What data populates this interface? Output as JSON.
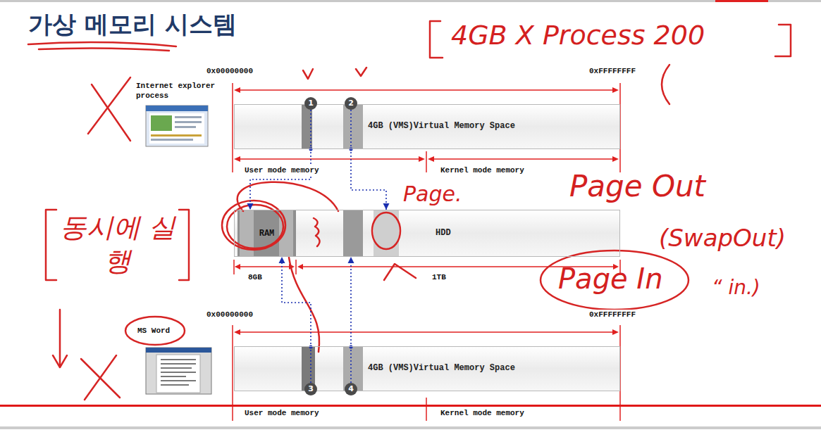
{
  "diagram": {
    "title": "가상 메모리 시스템",
    "nodes": [
      {
        "text": [
          "4GB (VMS)Virtual Memory Space"
        ]
      },
      {
        "text": [
          "1"
        ],
        "in": 0
      },
      {
        "text": [
          "2"
        ],
        "in": 0
      },
      {
        "text": [
          "HDD"
        ]
      },
      {
        "text": [
          "RAM"
        ],
        "in": 3
      },
      {
        "text": [
          "4GB (VMS)Virtual Memory Space"
        ]
      },
      {
        "text": [
          "3"
        ],
        "in": 5
      },
      {
        "text": [
          "4"
        ],
        "in": 5
      }
    ],
    "edges": [
      {
        "from": 1,
        "to": 4,
        "arrow": "to"
      },
      {
        "from": 2,
        "to": 3,
        "arrow": "to"
      },
      {
        "from": 6,
        "to": 4,
        "arrow": "to"
      },
      {
        "from": 7,
        "to": 3,
        "arrow": "to"
      }
    ],
    "labels": [
      "0x00000000",
      "0xFFFFFFFF",
      "Internet explorer process",
      "User mode memory",
      "Kernel mode memory",
      "8GB",
      "1TB",
      "0x00000000",
      "0xFFFFFFFF",
      "MS Word",
      "User mode memory",
      "Kernel mode memory",
      "4GB X Process 200",
      "Page.",
      "Page Out",
      "(SwapOut)",
      "Page In",
      "“ in.)",
      "동시에 실행"
    ]
  }
}
